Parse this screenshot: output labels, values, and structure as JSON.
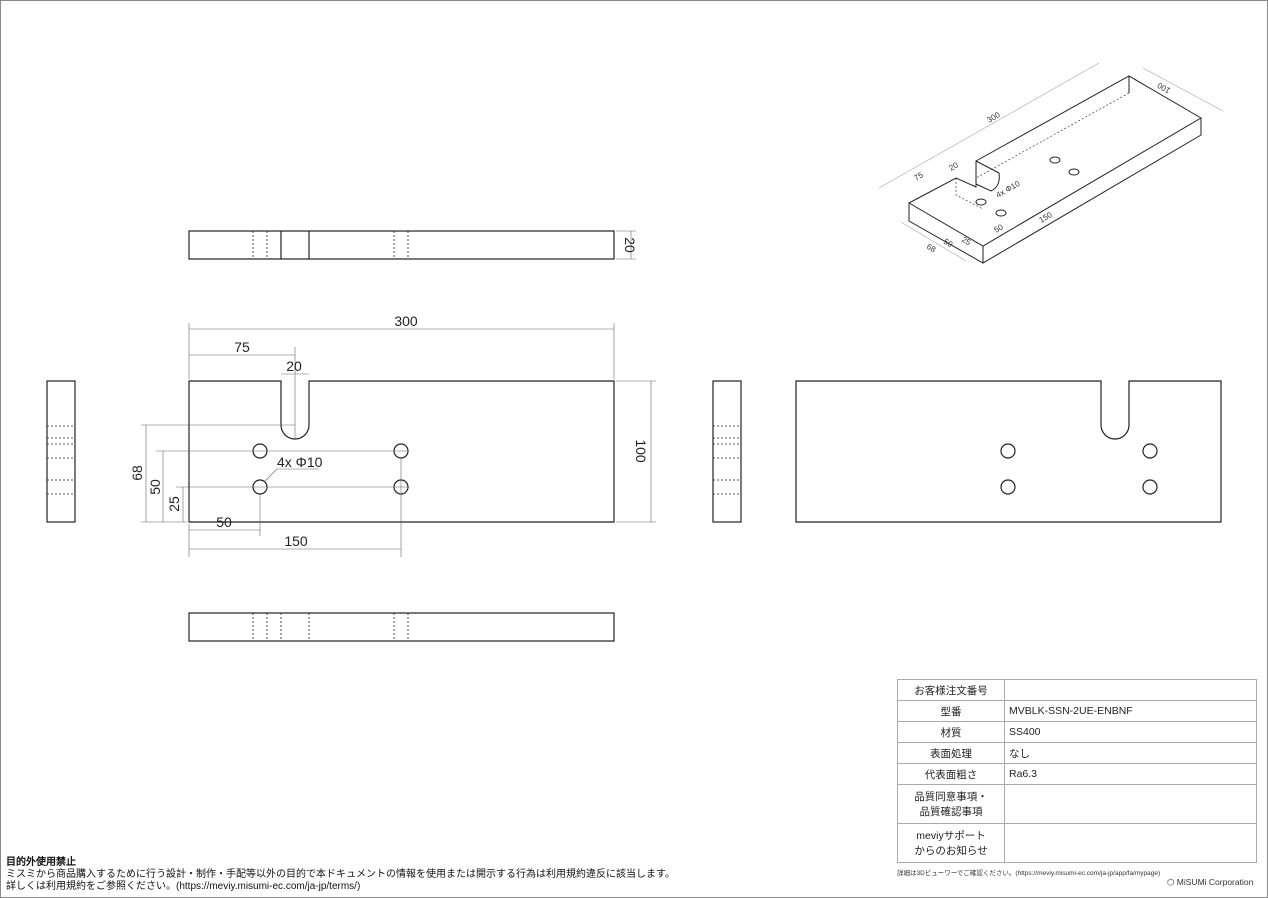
{
  "dimensions": {
    "length": "300",
    "slot_pos": "75",
    "slot_width": "20",
    "height": "100",
    "thickness": "20",
    "hole_y_top": "68",
    "hole_y2": "50",
    "hole_y1": "25",
    "hole_x1": "50",
    "hole_x2": "150",
    "holes": "4x Φ10"
  },
  "iso_dimensions": {
    "length": "300",
    "width": "100",
    "slot_pos": "75",
    "slot_width": "20",
    "holes": "4x Φ10",
    "hole_x2": "150",
    "d68": "68",
    "d50": "50",
    "d25": "25",
    "d50b": "50"
  },
  "title_block": {
    "rows": [
      {
        "label": "お客様注文番号",
        "value": ""
      },
      {
        "label": "型番",
        "value": "MVBLK-SSN-2UE-ENBNF"
      },
      {
        "label": "材質",
        "value": "SS400"
      },
      {
        "label": "表面処理",
        "value": "なし"
      },
      {
        "label": "代表面粗さ",
        "value": "Ra6.3"
      },
      {
        "label": "品質同意事項・\n品質確認事項",
        "value": ""
      },
      {
        "label": "meviyサポート\nからのお知らせ",
        "value": ""
      }
    ],
    "note": "詳細は3Dビューワーでご確認ください。(https://meviy.misumi-ec.com/ja-jp/app/fa/mypage)",
    "company": "MiSUMi  Corporation"
  },
  "warning": {
    "title": "目的外使用禁止",
    "line1": "ミスミから商品購入するために行う設計・制作・手配等以外の目的で本ドキュメントの情報を使用または開示する行為は利用規約違反に該当します。",
    "line2": "詳しくは利用規約をご参照ください。(https://meviy.misumi-ec.com/ja-jp/terms/)"
  }
}
